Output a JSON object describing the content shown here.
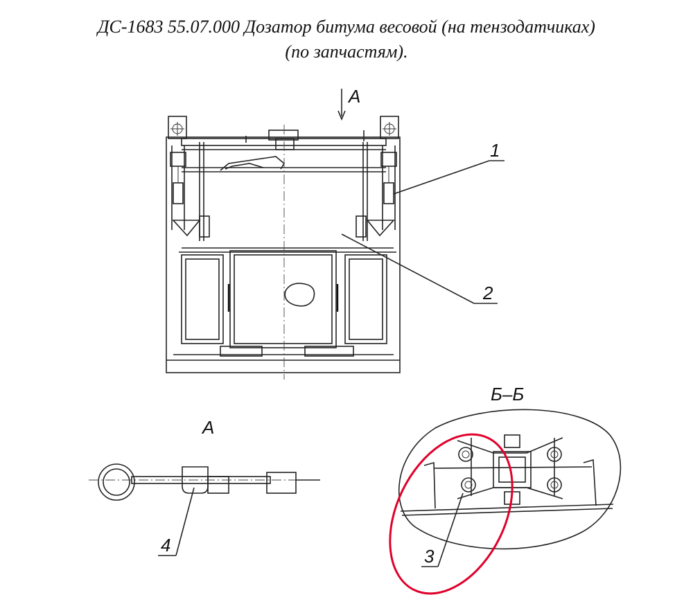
{
  "title": {
    "line1": "ДС-1683 55.07.000 Дозатор битума весовой (на тензодатчиках)",
    "line2": "(по запчастям)."
  },
  "views": {
    "main_arrow_label": "А",
    "section_label": "Б–Б",
    "view_a_label": "А"
  },
  "callouts": {
    "c1": "1",
    "c2": "2",
    "c3": "3",
    "c4": "4"
  },
  "colors": {
    "line": "#222222",
    "highlight_circle": "#e0002a"
  }
}
